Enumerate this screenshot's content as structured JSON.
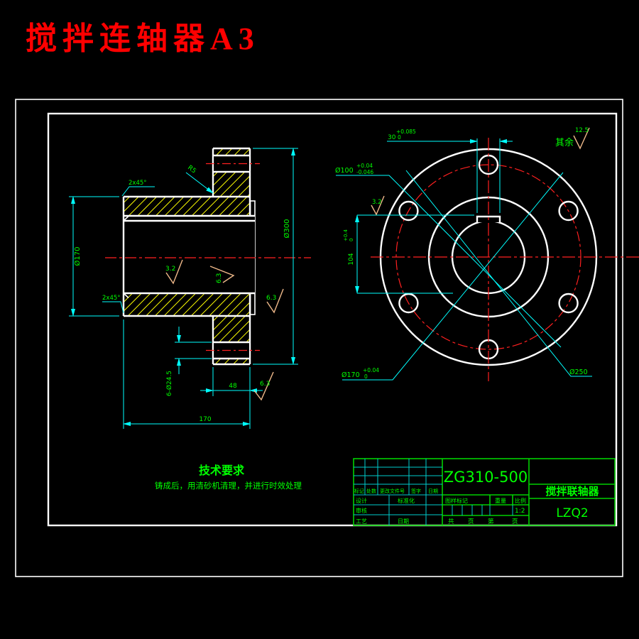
{
  "page": {
    "title": "搅拌连轴器A3"
  },
  "colors": {
    "background": "#000000",
    "title_red": "#ff0000",
    "outline_white": "#ffffff",
    "dimension_cyan": "#00ffff",
    "text_green": "#00ff00",
    "hatch_yellow": "#ffff00",
    "centerline_red": "#ff2020",
    "roughness_tan": "#efb98a"
  },
  "tech_req": {
    "heading": "技术要求",
    "line1": "铸成后，用清砂机清理，并进行时效处理"
  },
  "section_view": {
    "dim_hub_od": "Ø170",
    "dim_flange_od": "Ø300",
    "dim_length": "170",
    "dim_flange_thk": "48",
    "dim_bolt_holes": "6-Ø24.5",
    "chamfer_top": "2x45°",
    "chamfer_bottom": "2x45°",
    "fillet": "R5",
    "rough_bore": "3.2",
    "rough_spigot": "6.3",
    "rough_face": "6.3",
    "rough_flange": "6.3"
  },
  "front_view": {
    "keyway_width": {
      "nominal": "30",
      "upper": "+0.085",
      "lower": "0"
    },
    "bore": {
      "nominal": "Ø100",
      "upper": "+0.04",
      "lower": "-0.046"
    },
    "spigot": {
      "nominal": "Ø170",
      "upper": "+0.04",
      "lower": "0"
    },
    "bolt_circle": "Ø250",
    "keyway_depth": {
      "nominal": "104",
      "upper": "+0.4",
      "lower": "0"
    },
    "rough_keyway": "3.2",
    "others_label": "其余",
    "others_value": "12.5"
  },
  "title_block": {
    "material": "ZG310-500",
    "part_name": "搅拌联轴器",
    "drawing_no": "LZQ2",
    "scale_value": "1:2",
    "col_mark": "标记",
    "col_count": "处数",
    "col_doc": "更改文件号",
    "col_sign": "签字",
    "col_date": "日期",
    "row_design": "设计",
    "row_std": "标准化",
    "row_check": "审核",
    "row_process": "工艺",
    "row_date2": "日期",
    "stamp_label": "图样标记",
    "weight_label": "重量",
    "scale_label": "比例",
    "sheet_total": "共",
    "sheet_page": "页",
    "sheet_no": "第",
    "sheet_page2": "页"
  }
}
